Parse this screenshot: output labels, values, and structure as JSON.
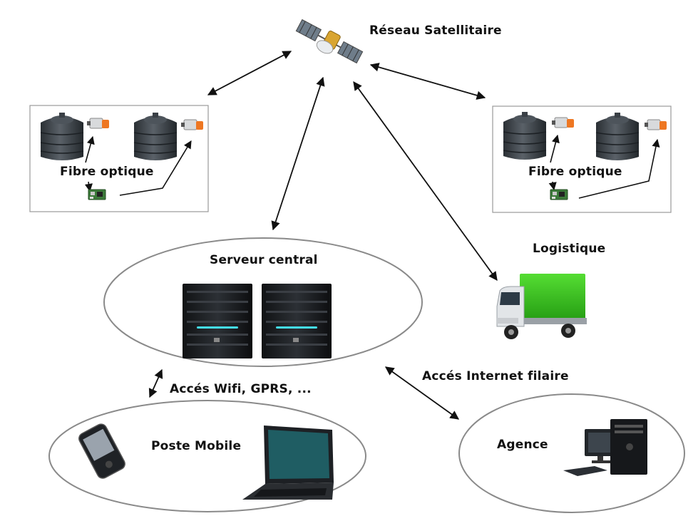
{
  "satellite": {
    "label": "Réseau Satellitaire",
    "icon": "satellite-icon"
  },
  "sites": [
    {
      "label": "Fibre optique"
    },
    {
      "label": "Fibre optique"
    }
  ],
  "logistics": {
    "label": "Logistique",
    "icon": "truck-icon"
  },
  "server": {
    "label": "Serveur central",
    "icon": "server-icon"
  },
  "mobile_link": {
    "label": "Accés Wifi, GPRS, ..."
  },
  "internet_link": {
    "label": "Accés Internet filaire"
  },
  "mobile": {
    "label": "Poste Mobile",
    "icons": [
      "smartphone-icon",
      "laptop-icon"
    ]
  },
  "agency": {
    "label": "Agence",
    "icon": "desktop-computer-icon"
  },
  "colors": {
    "truck_cargo": "#33bb22",
    "tank": "#3a4046",
    "sensor": "#ee7722",
    "screen_glow": "#44ddee"
  }
}
